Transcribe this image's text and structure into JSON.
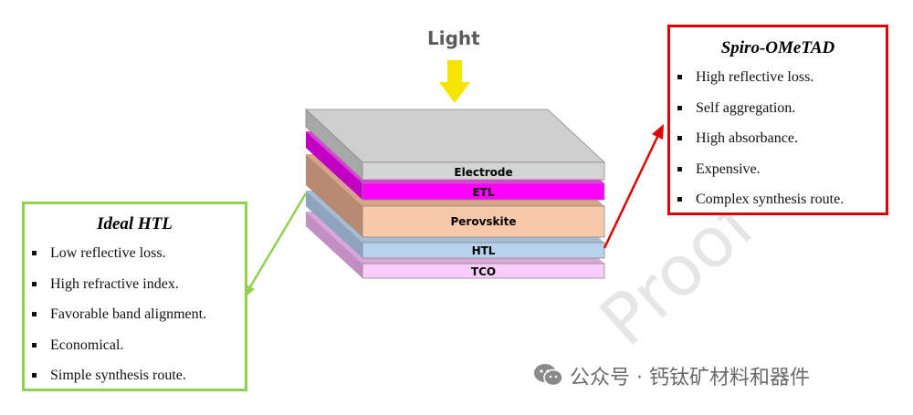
{
  "light": {
    "label": "Light",
    "arrow_color": "#f5e400"
  },
  "stack": {
    "layers": [
      {
        "name": "Electrode",
        "top_color": "#cfcfcf",
        "front_color": "#d4d4d4",
        "side_color": "#a8a8a8"
      },
      {
        "name": "ETL",
        "top_color": "#e23be2",
        "front_color": "#ff00ff",
        "side_color": "#c200c2"
      },
      {
        "name": "Perovskite",
        "top_color": "#d6a48a",
        "front_color": "#f7c8aa",
        "side_color": "#b88a72"
      },
      {
        "name": "HTL",
        "top_color": "#a5bcd6",
        "front_color": "#b9d3ee",
        "side_color": "#8ea4bd"
      },
      {
        "name": "TCO",
        "top_color": "#dba6dc",
        "front_color": "#f9cdf9",
        "side_color": "#c28fc3"
      }
    ]
  },
  "ideal_htl": {
    "title": "Ideal HTL",
    "border_color": "#92d050",
    "items": [
      "Low reflective loss.",
      "High refractive index.",
      "Favorable band alignment.",
      "Economical.",
      "Simple synthesis route."
    ]
  },
  "spiro": {
    "title": "Spiro-OMeTAD",
    "border_color": "#e00000",
    "items": [
      "High reflective loss.",
      "Self aggregation.",
      "High absorbance.",
      "Expensive.",
      "Complex synthesis route."
    ]
  },
  "watermark": {
    "text": "公众号 · 钙钛矿材料和器件",
    "overlay": "Proof"
  }
}
